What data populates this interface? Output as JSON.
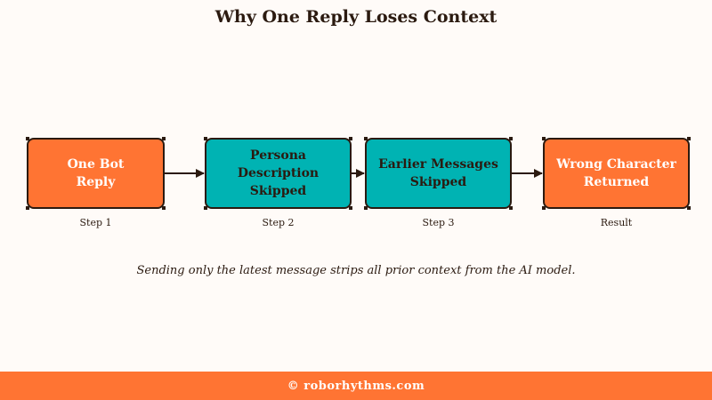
{
  "title": "Why One Reply Loses Context",
  "nodes": [
    {
      "lines": [
        "One Bot",
        "Reply"
      ],
      "step": "Step 1",
      "color": "#ff7433"
    },
    {
      "lines": [
        "Persona Description",
        "Skipped"
      ],
      "step": "Step 2",
      "color": "#00b3b3"
    },
    {
      "lines": [
        "Earlier Messages",
        "Skipped"
      ],
      "step": "Step 3",
      "color": "#00b3b3"
    },
    {
      "lines": [
        "Wrong Character",
        "Returned"
      ],
      "step": "Result",
      "color": "#ff7433"
    }
  ],
  "caption": "Sending only the latest message strips all prior context from the AI model.",
  "footer": "© roborhythms.com",
  "colors": {
    "accent_orange": "#ff7433",
    "accent_teal": "#00b3b3",
    "ink": "#2b1a10",
    "background": "#fffbf8"
  }
}
